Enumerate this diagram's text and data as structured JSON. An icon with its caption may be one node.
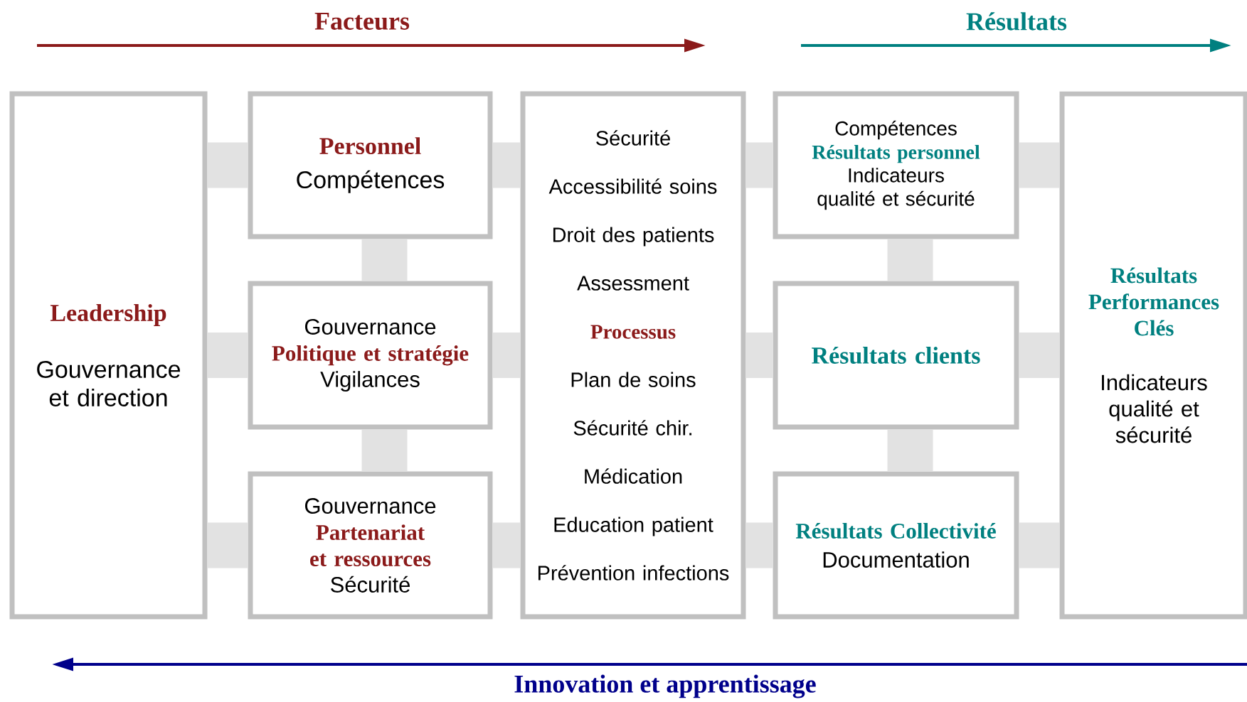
{
  "diagram": {
    "nodes": [
      {
        "text": [
          "Leadership",
          "Gouvernance et direction"
        ]
      },
      {
        "text": [
          "Personnel",
          "Compétences"
        ]
      },
      {
        "text": [
          "Gouvernance",
          "Politique et stratégie",
          "Vigilances"
        ]
      },
      {
        "text": [
          "Gouvernance",
          "Partenariat et ressources",
          "Sécurité"
        ]
      },
      {
        "text": [
          "Sécurité",
          "Accessibilité soins",
          "Droit des patients",
          "Assessment",
          "Processus",
          "Plan de soins",
          "Sécurité chir.",
          "Médication",
          "Education patient",
          "Prévention infections"
        ]
      },
      {
        "text": [
          "Compétences",
          "Résultats personnel",
          "Indicateurs qualité et sécurité"
        ]
      },
      {
        "text": [
          "Résultats clients"
        ]
      },
      {
        "text": [
          "Résultats Collectivité",
          "Documentation"
        ]
      },
      {
        "text": [
          "Résultats Performances Clés",
          "Indicateurs qualité et sécurité"
        ]
      }
    ],
    "edges": [
      {
        "from": 0,
        "to": 1,
        "arrow": "none"
      },
      {
        "from": 1,
        "to": 4,
        "arrow": "none"
      },
      {
        "from": 4,
        "to": 5,
        "arrow": "none"
      },
      {
        "from": 5,
        "to": 8,
        "arrow": "none"
      },
      {
        "from": 0,
        "to": 2,
        "arrow": "none"
      },
      {
        "from": 2,
        "to": 4,
        "arrow": "none"
      },
      {
        "from": 4,
        "to": 6,
        "arrow": "none"
      },
      {
        "from": 6,
        "to": 8,
        "arrow": "none"
      },
      {
        "from": 0,
        "to": 3,
        "arrow": "none"
      },
      {
        "from": 3,
        "to": 4,
        "arrow": "none"
      },
      {
        "from": 4,
        "to": 7,
        "arrow": "none"
      },
      {
        "from": 7,
        "to": 8,
        "arrow": "none"
      },
      {
        "from": 1,
        "to": 2,
        "arrow": "none"
      },
      {
        "from": 2,
        "to": 3,
        "arrow": "none"
      },
      {
        "from": 5,
        "to": 6,
        "arrow": "none"
      },
      {
        "from": 6,
        "to": 7,
        "arrow": "none"
      }
    ],
    "labels": [
      "Facteurs",
      "Résultats",
      "Innovation et apprentissage"
    ]
  }
}
